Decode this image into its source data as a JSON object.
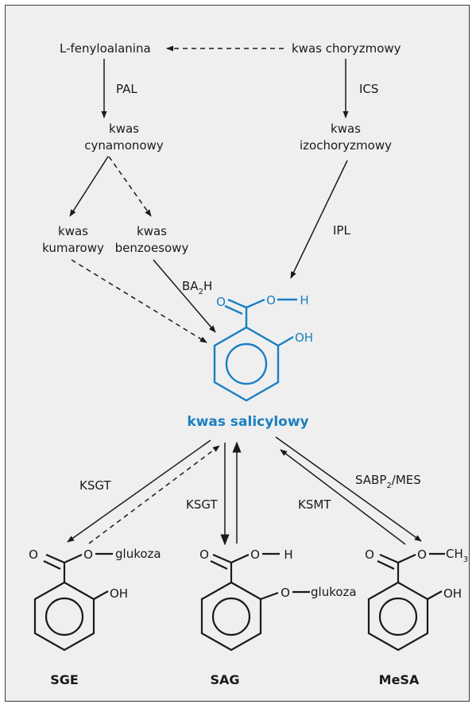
{
  "nodes": {
    "l_fenyloalanina": "L-fenyloalanina",
    "kwas_choryzmowy": "kwas choryzmowy",
    "kwas_cynamonowy_1": "kwas",
    "kwas_cynamonowy_2": "cynamonowy",
    "kwas_izochoryzmowy_1": "kwas",
    "kwas_izochoryzmowy_2": "izochoryzmowy",
    "kwas_kumarowy_1": "kwas",
    "kwas_kumarowy_2": "kumarowy",
    "kwas_benzoesowy_1": "kwas",
    "kwas_benzoesowy_2": "benzoesowy",
    "kwas_salicylowy": "kwas salicylowy",
    "sge": "SGE",
    "sag": "SAG",
    "mesa": "MeSA"
  },
  "enzymes": {
    "pal": "PAL",
    "ics": "ICS",
    "ipl": "IPL",
    "ba2h_main": "BA",
    "ba2h_sub": "2",
    "ba2h_end": "H",
    "ksgt_left": "KSGT",
    "ksgt_mid": "KSGT",
    "ksmt": "KSMT",
    "sabp_main": "SABP",
    "sabp_sub": "2",
    "sabp_end": "/MES"
  },
  "atoms": {
    "sa_o": "O",
    "sa_oh_o": "O",
    "sa_h": "H",
    "sa_ring_oh": "OH",
    "sge_o": "O",
    "sge_o2": "O",
    "sge_glukoza": "glukoza",
    "sge_oh": "OH",
    "sag_o": "O",
    "sag_o2": "O",
    "sag_h": "H",
    "sag_o3": "O",
    "sag_glukoza": "glukoza",
    "mesa_o": "O",
    "mesa_o2": "O",
    "mesa_ch": "CH",
    "mesa_ch_sub": "3",
    "mesa_oh": "OH"
  },
  "colors": {
    "accent": "#1a7fc1",
    "panel_bg": "#efeff0",
    "ink": "#1a1a1a"
  }
}
